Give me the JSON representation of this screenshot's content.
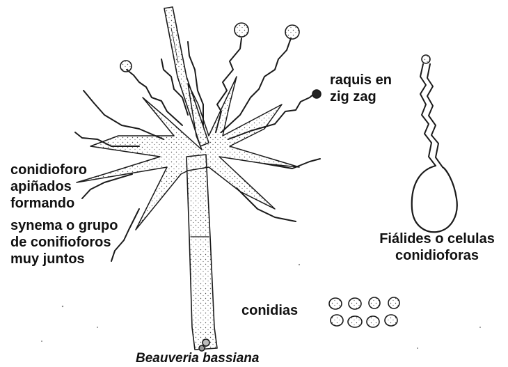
{
  "labels": {
    "raquis": [
      "raquis en",
      "zig zag"
    ],
    "conidioforo": [
      "conidioforo",
      "apiñados",
      "formando"
    ],
    "synema": [
      "synema o grupo",
      "de conifioforos",
      "muy juntos"
    ],
    "fialides": [
      "Fiálides o celulas",
      "conidioforas"
    ],
    "conidias": "conidias",
    "species": "Beauveria bassiana"
  },
  "colors": {
    "ink": "#1a1a1a",
    "stipple": "#555555",
    "background": "#ffffff"
  }
}
